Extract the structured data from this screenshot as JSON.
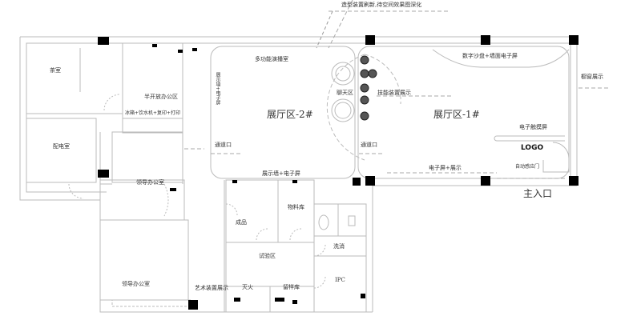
{
  "annotation_top": "造型装置刷新,待空间效果图深化",
  "rooms": {
    "tea_room": "茶室",
    "power_room": "配电室",
    "semi_open_office": "半开放办公区",
    "office_equipment": "冰箱+饮水机+复印+打印",
    "leader_office_1": "领导办公室",
    "leader_office_2": "领导办公室",
    "art_display": "艺术装置展示",
    "multi_function": "多功能演播室",
    "hall_2": "展厅区-2#",
    "hall_1": "展厅区-1#",
    "chat_area": "聊天区",
    "device_display": "技能装置展示",
    "sand_table": "数字沙盘+墙面电子屏",
    "window_display": "橱窗展示",
    "touch_screen": "电子触摸屏",
    "logo": "LOGO",
    "auto_door": "自动感应门",
    "main_entrance": "主入口",
    "screen_display_bottom": "电子屏+展示",
    "display_wall_screen": "展示墙+电子屏",
    "display_wall_vertical": "展示墙+电子屏",
    "passage_left": "通道口",
    "passage_right": "通道口",
    "finished_goods": "成品",
    "materials": "物料库",
    "test_area": "试验区",
    "washroom": "洗消",
    "ipc": "IPC",
    "fire": "灭火",
    "storage": "留样库"
  }
}
